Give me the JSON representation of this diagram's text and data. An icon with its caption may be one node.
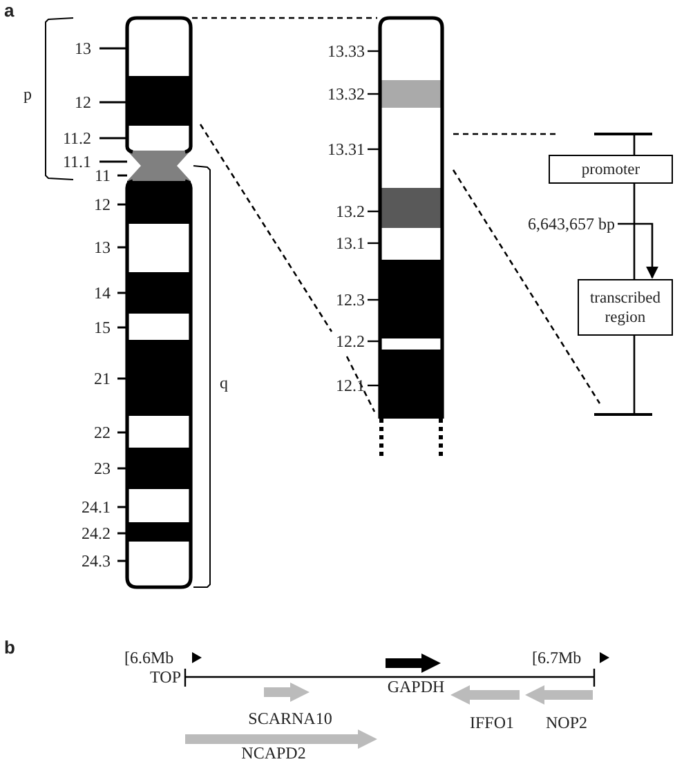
{
  "diagram": {
    "nodes": [
      {
        "text": [],
        "shape": "bar"
      },
      {
        "text": [
          "promoter"
        ]
      },
      {
        "text": [
          "6,643,657 bp"
        ]
      },
      {
        "text": [
          "transcribed region"
        ]
      },
      {
        "text": [],
        "shape": "bar"
      }
    ],
    "edges": [
      {
        "from": 0,
        "to": 1,
        "arrow": "none"
      },
      {
        "from": 1,
        "to": 3,
        "arrow": "none"
      },
      {
        "from": 2,
        "to": 3,
        "arrow": "to"
      },
      {
        "from": 3,
        "to": 4,
        "arrow": "none"
      }
    ],
    "labels": [
      "a",
      "p",
      "13",
      "12",
      "11.2",
      "11.1",
      "11",
      "12",
      "13",
      "14",
      "15",
      "21",
      "22",
      "23",
      "24.1",
      "24.2",
      "24.3",
      "q",
      "13.33",
      "13.32",
      "13.31",
      "13.2",
      "13.1",
      "12.3",
      "12.2",
      "12.1",
      "b",
      "[6.6Mb",
      "GAPDH",
      "[6.7Mb",
      "TOP",
      "SCARNA10",
      "IFFO1",
      "NOP2",
      "NCAPD2"
    ]
  }
}
